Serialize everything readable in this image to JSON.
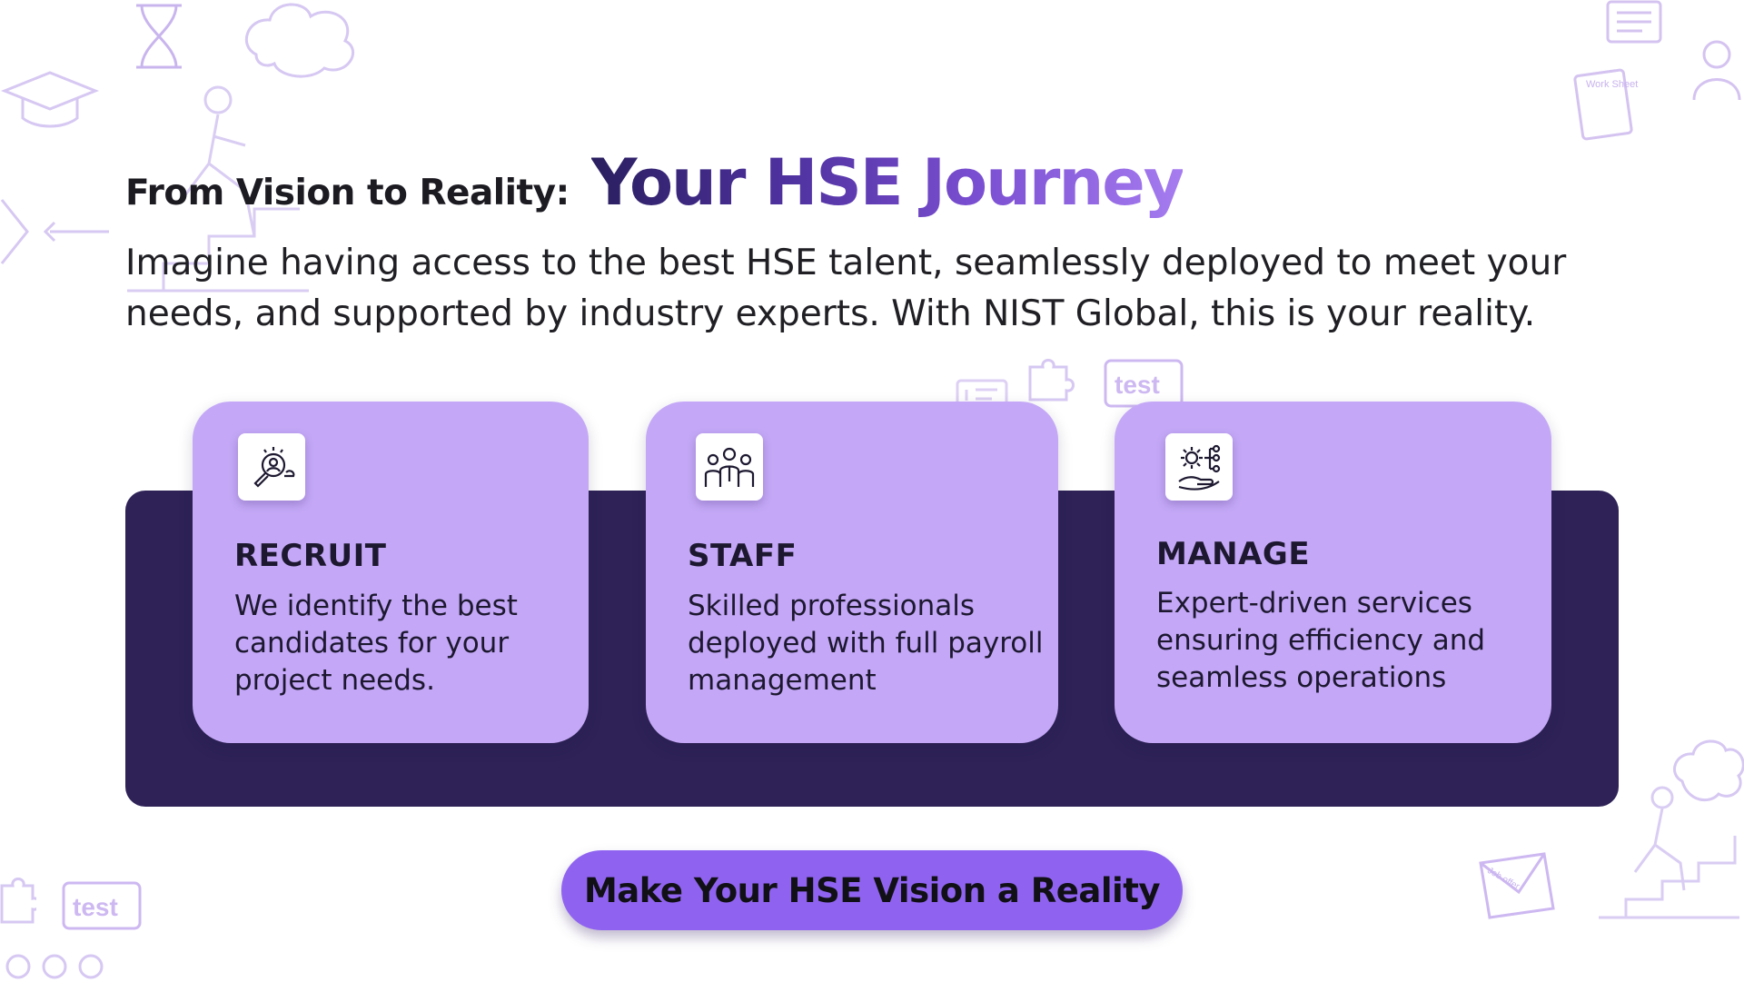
{
  "heading": {
    "kicker": "From Vision to Reality:",
    "headline": "Your HSE Journey"
  },
  "intro": "Imagine having access to the best HSE talent, seamlessly deployed to meet your needs, and supported by industry experts. With NIST Global, this is your reality.",
  "cards": [
    {
      "icon": "recruit-search-icon",
      "title": "RECRUIT",
      "text": "We identify the best candidates for your project needs."
    },
    {
      "icon": "team-staff-icon",
      "title": "STAFF",
      "text": "Skilled professionals deployed with full payroll management"
    },
    {
      "icon": "managed-services-icon",
      "title": "MANAGE",
      "text": "Expert-driven services ensuring efficiency and seamless operations"
    }
  ],
  "decorations": {
    "test_label": "test",
    "worksheet_label": "Work Sheet",
    "offer_label": "Job offer"
  },
  "cta": {
    "label": "Make Your HSE Vision a Reality"
  },
  "colors": {
    "band": "#2e2257",
    "card": "#c4a8f7",
    "cta": "#8f63f0",
    "headline_start": "#2a1f5f",
    "headline_end": "#a67cf0"
  }
}
